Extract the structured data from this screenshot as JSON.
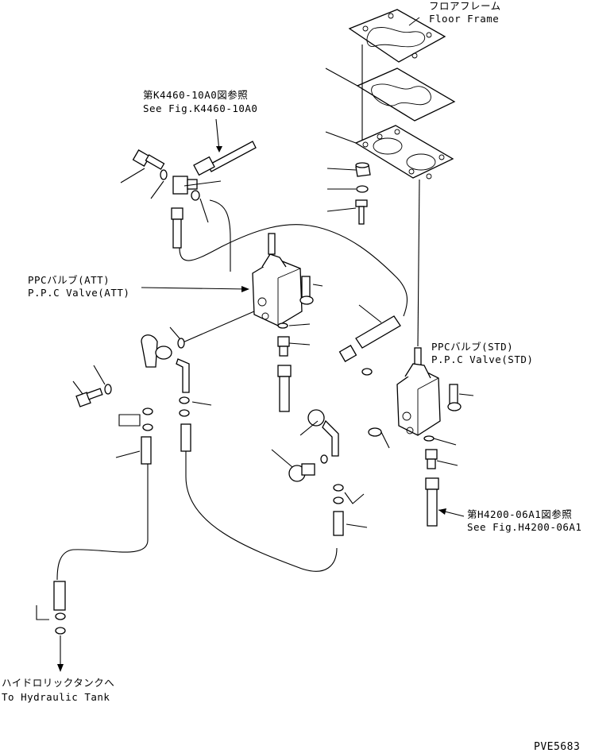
{
  "labels": {
    "floor_frame_jp": "フロアフレーム",
    "floor_frame_en": "Floor Frame",
    "ref_top_jp": "第K4460-10A0図参照",
    "ref_top_en": "See Fig.K4460-10A0",
    "ppc_att_jp": "PPCバルブ(ATT)",
    "ppc_att_en": "P.P.C Valve(ATT)",
    "ppc_std_jp": "PPCバルブ(STD)",
    "ppc_std_en": "P.P.C Valve(STD)",
    "ref_bottom_jp": "第H4200-06A1図参照",
    "ref_bottom_en": "See Fig.H4200-06A1",
    "tank_jp": "ハイドロリックタンクへ",
    "tank_en": "To Hydraulic Tank",
    "drawing_code": "PVE5683"
  }
}
